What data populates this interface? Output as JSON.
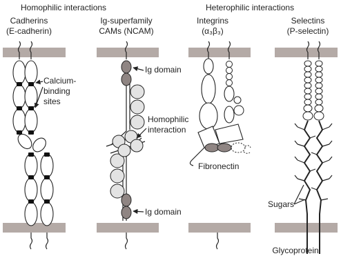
{
  "headers": {
    "homophilic": "Homophilic interactions",
    "heterophilic": "Heterophilic interactions"
  },
  "columns": {
    "cadherins": {
      "line1": "Cadherins",
      "line2": "(E-cadherin)"
    },
    "ig": {
      "line1": "Ig-superfamily",
      "line2": "CAMs (NCAM)"
    },
    "integrins": {
      "line1": "Integrins",
      "line2": "(α₃β₃)"
    },
    "selectins": {
      "line1": "Selectins",
      "line2": "(P-selectin)"
    }
  },
  "annotations": {
    "calcium_1": "Calcium-",
    "calcium_2": "binding",
    "calcium_3": "sites",
    "ig_domain_top": "Ig domain",
    "ig_domain_bottom": "Ig domain",
    "homophilic_1": "Homophilic",
    "homophilic_2": "interaction",
    "fibronectin": "Fibronectin",
    "sugars": "Sugars",
    "glycoprotein": "Glycoprotein"
  },
  "colors": {
    "membrane": "#b4aaa6",
    "ig_domain": "#8f8583",
    "ig_loop": "#e3e3e3",
    "outline": "#222222"
  }
}
